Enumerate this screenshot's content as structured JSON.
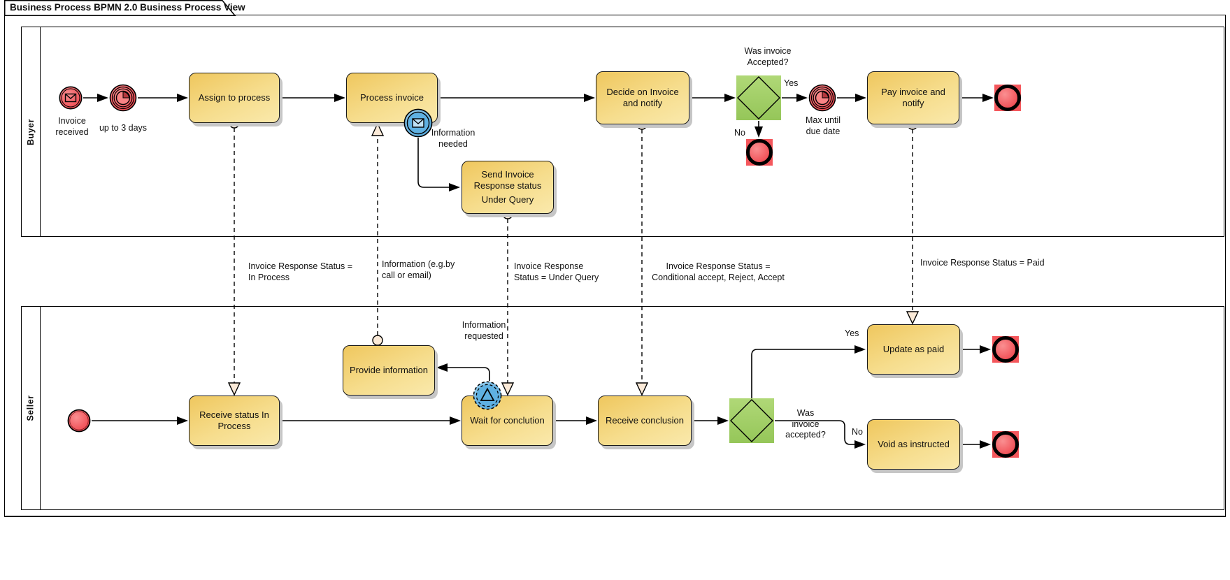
{
  "title": "Business Process BPMN 2.0 Business Process View",
  "pools": {
    "buyer": "Buyer",
    "seller": "Seller"
  },
  "buyer": {
    "start_event_label": "Invoice\nreceived",
    "timer1_label": "up to 3 days",
    "task_assign": "Assign to process",
    "task_process": "Process invoice",
    "boundary_message_label": "Information\nneeded",
    "task_send_response_line1": "Send Invoice\nResponse status",
    "task_send_response_line2": "Under Query",
    "task_decide": "Decide on Invoice\nand notify",
    "gateway_label": "Was invoice\nAccepted?",
    "gateway_yes": "Yes",
    "gateway_no": "No",
    "timer2_label": "Max until\ndue date",
    "task_pay": "Pay invoice and\nnotify"
  },
  "seller": {
    "task_receive_status": "Receive status In\nProcess",
    "task_provide_info": "Provide information",
    "signal_label": "Information\nrequested",
    "task_wait": "Wait for conclution",
    "task_receive_conclusion": "Receive conclusion",
    "gateway_label": "Was\ninvoice\naccepted?",
    "gateway_yes": "Yes",
    "gateway_no": "No",
    "task_update_paid": "Update as paid",
    "task_void": "Void as instructed"
  },
  "message_flow_labels": {
    "in_process": "Invoice Response Status =\nIn Process",
    "information": "Information (e.g.by\ncall or email)",
    "under_query": "Invoice Response\nStatus = Under Query",
    "conditional": "Invoice Response Status =\nConditional accept, Reject, Accept",
    "paid": "Invoice Response Status = Paid"
  },
  "colors": {
    "task_fill_top": "#EFC75E",
    "task_fill_bottom": "#FAE9AC",
    "gateway_green": "#A6D16C",
    "event_red": "#F4575C",
    "event_blue": "#5FB1E2",
    "anchor_cream": "#FBEAD8",
    "shadow_gray": "#C6C6C6"
  }
}
